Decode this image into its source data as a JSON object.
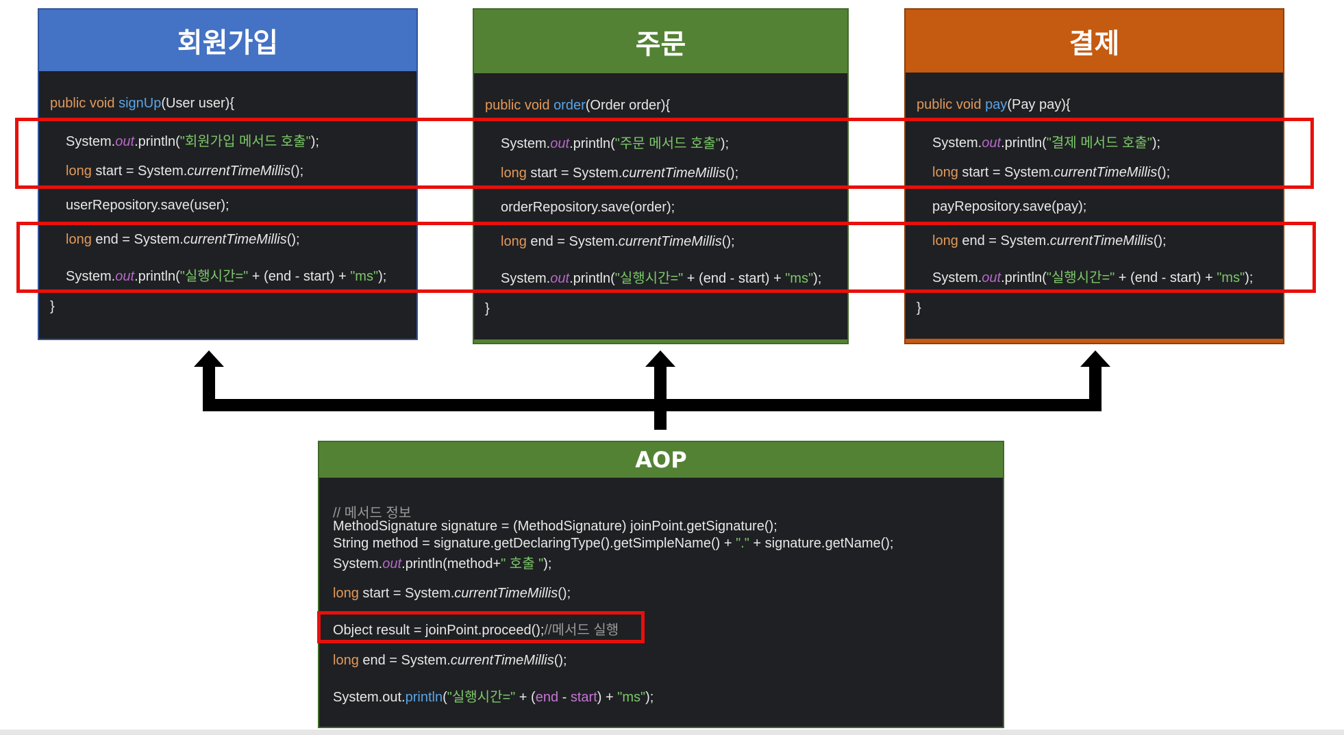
{
  "colors": {
    "signup_header": "#4472c4",
    "order_header": "#548235",
    "payment_header": "#c55a11",
    "aop_header": "#548235",
    "code_bg": "#1f2023",
    "highlight": "#e8100b"
  },
  "signup": {
    "title": "회원가입",
    "l1": {
      "a": "public void ",
      "b": "signUp",
      "c": "(User user){"
    },
    "l2": {
      "a": "System.",
      "b": "out",
      "c": ".println(",
      "d": "\"회원가입 메서드 호출\"",
      "e": ");"
    },
    "l3": {
      "a": "long",
      "b": " start = System.",
      "c": "currentTimeMillis",
      "d": "();"
    },
    "l4": "userRepository.save(user);",
    "l5": {
      "a": "long",
      "b": " end = System.",
      "c": "currentTimeMillis",
      "d": "();"
    },
    "l6": {
      "a": "System.",
      "b": "out",
      "c": ".println(",
      "d": "\"실행시간=\"",
      "e": " + (end - start) + ",
      "f": "\"ms\"",
      "g": ");"
    },
    "l7": "}"
  },
  "order": {
    "title": "주문",
    "l1": {
      "a": "public void ",
      "b": "order",
      "c": "(Order order){"
    },
    "l2": {
      "a": "System.",
      "b": "out",
      "c": ".println(",
      "d": "\"주문 메서드 호출\"",
      "e": ");"
    },
    "l3": {
      "a": "long",
      "b": " start = System.",
      "c": "currentTimeMillis",
      "d": "();"
    },
    "l4": "orderRepository.save(order);",
    "l5": {
      "a": "long",
      "b": " end = System.",
      "c": "currentTimeMillis",
      "d": "();"
    },
    "l6": {
      "a": "System.",
      "b": "out",
      "c": ".println(",
      "d": "\"실행시간=\"",
      "e": " + (end - start) + ",
      "f": "\"ms\"",
      "g": ");"
    },
    "l7": "}"
  },
  "payment": {
    "title": "결제",
    "l1": {
      "a": "public void ",
      "b": "pay",
      "c": "(Pay pay){"
    },
    "l2": {
      "a": "System.",
      "b": "out",
      "c": ".println(",
      "d": "\"결제 메서드 호출\"",
      "e": ");"
    },
    "l3": {
      "a": "long",
      "b": " start = System.",
      "c": "currentTimeMillis",
      "d": "();"
    },
    "l4": "payRepository.save(pay);",
    "l5": {
      "a": "long",
      "b": " end = System.",
      "c": "currentTimeMillis",
      "d": "();"
    },
    "l6": {
      "a": "System.",
      "b": "out",
      "c": ".println(",
      "d": "\"실행시간=\"",
      "e": " + (end - start) + ",
      "f": "\"ms\"",
      "g": ");"
    },
    "l7": "}"
  },
  "aop": {
    "title": "AOP",
    "l1": "// 메서드 정보",
    "l2": "MethodSignature signature = (MethodSignature) joinPoint.getSignature();",
    "l3": {
      "a": "String method = signature.getDeclaringType().getSimpleName() + ",
      "b": "\".\"",
      "c": " + signature.getName();"
    },
    "l4": {
      "a": "System.",
      "b": "out",
      "c": ".println(method+",
      "d": "\" 호출 \"",
      "e": ");"
    },
    "l5": {
      "a": "long",
      "b": " start = System.",
      "c": "currentTimeMillis",
      "d": "();"
    },
    "l6": {
      "a": "Object result = joinPoint.proceed();",
      "b": "//메서드 실행"
    },
    "l7": {
      "a": "long",
      "b": " end = System.",
      "c": "currentTimeMillis",
      "d": "();"
    },
    "l8": {
      "a": "System.out.",
      "b": "println",
      "c": "(",
      "d": "\"실행시간=\"",
      "e": " + (",
      "f": "end",
      "g": " - ",
      "h": "start",
      "i": ") + ",
      "j": "\"ms\"",
      "k": ");"
    }
  }
}
